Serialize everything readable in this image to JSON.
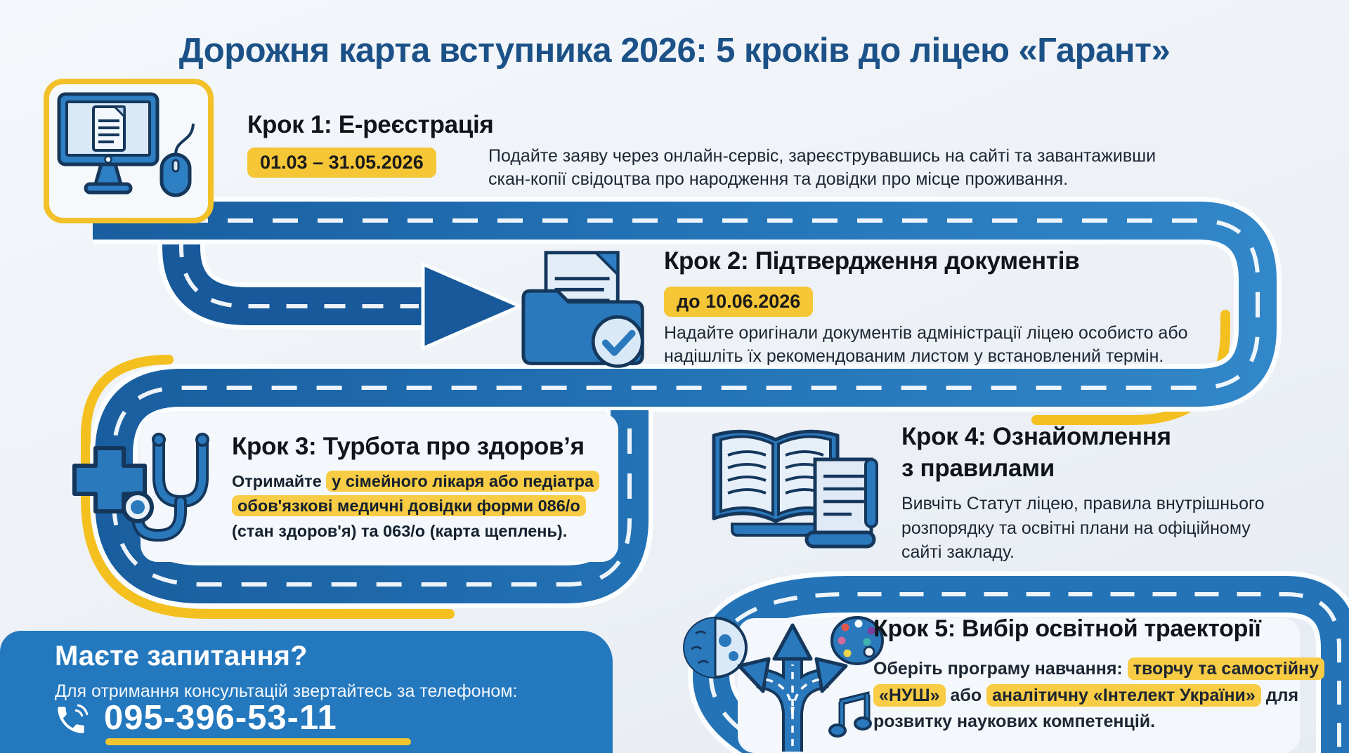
{
  "title": "Дорожня карта вступника 2026: 5 кроків до ліцею «Гарант»",
  "colors": {
    "background": "#EDF1F6",
    "title_blue": "#1B5187",
    "road_blue": "#2373B6",
    "road_dark_blue": "#17599A",
    "edge_yellow": "#F3C01F",
    "badge_yellow": "#F5C636",
    "highlight_yellow": "#F8CC44",
    "contact_box_blue": "#2478BE"
  },
  "steps": [
    {
      "icon": "computer-monitor-with-document-and-mouse",
      "title": "Крок 1: Е-реєстрація",
      "badge": "01.03 – 31.05.2026",
      "body": "Подайте заяву через онлайн-сервіс, зареєструвавшись на сайті та завантаживши скан-копії свідоцтва про народження та довідки про місце проживання."
    },
    {
      "icon": "folder-with-document-and-checkmark",
      "title": "Крок 2: Підтвердження документів",
      "badge": "до 10.06.2026",
      "body": "Надайте оригінали документів адміністрації ліцею особисто або надішліть їх рекомендованим листом у встановлений термін."
    },
    {
      "icon": "medical-cross-and-stethoscope",
      "title": "Крок 3: Турбота про здоров’я",
      "body_segments": [
        {
          "text": "Отримайте ",
          "highlight": false
        },
        {
          "text": "у сімейного лікаря або педіатра",
          "highlight": true
        },
        {
          "text": " ",
          "highlight": false
        },
        {
          "text": "обов'язкові медичні довідки форми 086/о",
          "highlight": true
        },
        {
          "text": " (стан здоров'я) та 063/о (карта щеплень).",
          "highlight": false
        }
      ]
    },
    {
      "icon": "open-book-and-scroll",
      "title_line1": "Крок 4: Ознайомлення",
      "title_line2": "з правилами",
      "body": "Вивчіть Статут ліцею, правила внутрішнього розпорядку та освітні плани на офіційному сайті закладу."
    },
    {
      "icon": "brain-branching-arrows-palette-music-notes",
      "title": "Крок 5: Вибір освітной траекторії",
      "body_segments": [
        {
          "text": "Оберіть програму навчання: ",
          "highlight": false
        },
        {
          "text": "творчу та самостійну «НУШ»",
          "highlight": true
        },
        {
          "text": " або ",
          "highlight": false
        },
        {
          "text": "аналітичну «Інтелект України»",
          "highlight": true
        },
        {
          "text": " для розвитку наукових компетенцій.",
          "highlight": false
        }
      ]
    }
  ],
  "contact": {
    "heading": "Маєте запитання?",
    "subtext": "Для отримання консультацій звертайтесь за телефоном:",
    "phone_icon": "phone-icon",
    "phone": "095-396-53-11"
  }
}
